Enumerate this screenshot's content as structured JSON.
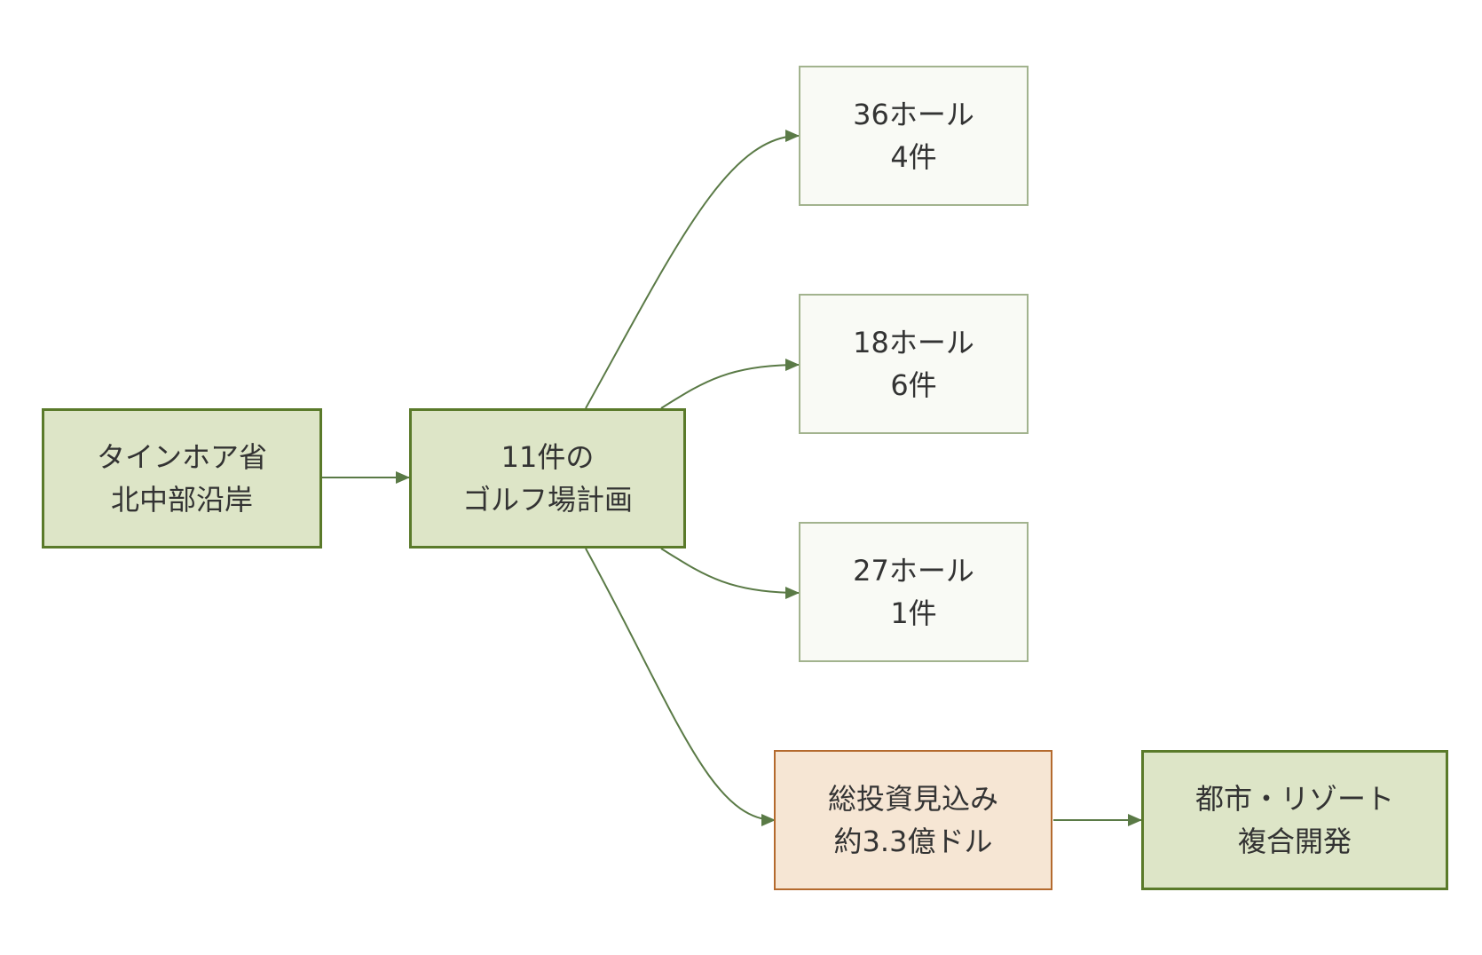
{
  "nodes": {
    "origin": {
      "line1": "タインホア省",
      "line2": "北中部沿岸"
    },
    "plan": {
      "line1": "11件の",
      "line2": "ゴルフ場計画"
    },
    "h36": {
      "line1": "36ホール",
      "line2": "4件"
    },
    "h18": {
      "line1": "18ホール",
      "line2": "6件"
    },
    "h27": {
      "line1": "27ホール",
      "line2": "1件"
    },
    "invest": {
      "line1": "総投資見込み",
      "line2": "約3.3億ドル"
    },
    "resort": {
      "line1": "都市・リゾート",
      "line2": "複合開発"
    }
  },
  "colors": {
    "main_fill": "#dde5c7",
    "main_border": "#5a7a2a",
    "leaf_fill": "#f9faf5",
    "leaf_border": "#a2b38e",
    "invest_fill": "#f6e6d4",
    "invest_border": "#b46a2e",
    "edge": "#5a7a46"
  }
}
